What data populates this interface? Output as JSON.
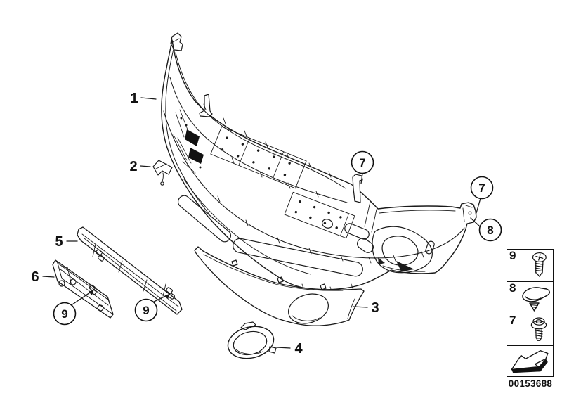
{
  "diagram": {
    "part_number": "00153688",
    "callouts": [
      {
        "label": "1",
        "style": "plain"
      },
      {
        "label": "2",
        "style": "plain"
      },
      {
        "label": "3",
        "style": "plain"
      },
      {
        "label": "4",
        "style": "plain"
      },
      {
        "label": "5",
        "style": "plain"
      },
      {
        "label": "6",
        "style": "plain"
      },
      {
        "label": "7",
        "style": "circled"
      },
      {
        "label": "7",
        "style": "circled"
      },
      {
        "label": "8",
        "style": "circled"
      },
      {
        "label": "9",
        "style": "circled"
      },
      {
        "label": "9",
        "style": "circled"
      }
    ],
    "legend": {
      "rows": [
        {
          "label": "9",
          "icon": "pan-head-screw-icon"
        },
        {
          "label": "8",
          "icon": "expanding-rivet-icon"
        },
        {
          "label": "7",
          "icon": "washer-head-screw-icon"
        },
        {
          "label": "",
          "icon": "direction-arrow-icon"
        }
      ]
    },
    "colors": {
      "line": "#1a1a1a",
      "background": "#ffffff"
    }
  }
}
